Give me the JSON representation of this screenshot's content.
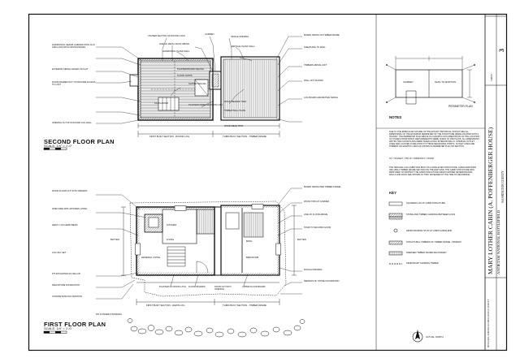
{
  "sheet": {
    "title_block": {
      "main_title": "MARY LOTHER CABIN (A. POFFENBERGER HOUSE)",
      "location": "ANTIETAM NATIONAL BATTLEFIELD",
      "county": "WASHINGTON COUNTY",
      "agency": "HISTORIC AMERICAN BUILDINGS SURVEY",
      "sheet_label": "SHEET",
      "sheet_no": "3"
    }
  },
  "second_floor": {
    "title": "SECOND FLOOR PLAN",
    "scale": "SCALE: 1/4\" = 1'-0\"",
    "section_a": "FIRST BUILT SECTION - ROUND LOG",
    "section_b": "THIRD BUILT SECTION - TIMBER FRAME",
    "notes_left": [
      "HORIZONTAL SEAMS CHINKED WITH CLAY AND LOGS WITH CROSS-PIECES",
      "EXTERIOR SIDING NAILED ON FLAT",
      "DOOR FRAMED OUT TO PROVIDE ACCESS TO LOFT",
      "OPENING CUT INTO ROUND LOG WALL"
    ],
    "notes_top": [
      "UNUSED SECTION OF ROUND LOGS",
      "LINE OF METAL ROOF ABOVE",
      "CHIMNEY",
      "HORIZONTAL PLANK WALL",
      "PLASTER BOARD CEILING",
      "FLOOR JOISTS",
      "SINGLE OPENING",
      "VERTICAL PLANK WALL",
      "ALL PLASTER",
      "PLASTER FINISH ON WOOD LATH"
    ],
    "notes_right": [
      "BOARD SIDING ON TIMBER FRAME",
      "SHEATHING TO WALL",
      "TIMBERS ABOVE LOFT",
      "WALL NOT SHOWN",
      "LOG BOARD AND BATTEN SIDING"
    ],
    "notes_mid": [
      "WOOD BEADED TRIM",
      "TIMBER WALL PLATE",
      "SLOPED CEILING",
      "WOOD BEAD TRIM"
    ]
  },
  "first_floor": {
    "title": "FIRST FLOOR PLAN",
    "scale": "SCALE: 1/4\" = 1'-0\"",
    "section_a": "FIRST BUILT SECTION - HEWN LOG",
    "section_b": "THIRD BUILT SECTION - TIMBER FRAME",
    "extra": "NO LONGER STANDING",
    "room_labels": {
      "kitchen": "KITCHEN",
      "living": "LIVING",
      "bath": "BATH",
      "room_left": "GENERAL LIVING",
      "room_right": "BED ROOM"
    },
    "dim_left": "BATTEN",
    "dim_right": "BATTEN",
    "notes_left": [
      "WOOD FLOOR CUT INTO OPENING",
      "OPEN FIRE WITH WOODEN LINTEL",
      "HEAVY LOG HEWN BEAM",
      "LOG SILL SET",
      "PIT EXCAVATED AS CELLAR",
      "FIELDSTONE FOUNDATION",
      "CONCRETE BLOCK ADDITION"
    ],
    "notes_bottom_mid": [
      "PLASTER ON WOOD LATH",
      "FLOOR BOARDS",
      "DOOR CUT INTO OPENING",
      "UPPER FLOOR BOARD"
    ],
    "notes_right": [
      "BOARD SIDING PER TIMBER FRAME",
      "WOOD TRIM AT CORNER",
      "LINE OF FLOOR ABOVE",
      "STAIR TO SECOND FLOOR",
      "ROUGH OPENING",
      "REMAINS OF STONE FOUNDATION"
    ]
  },
  "perimeter": {
    "title": "PERIMETER PLAN",
    "labels": [
      "CHIMNEY",
      "LEAN-TO ADDITION"
    ]
  },
  "notes": {
    "heading": "NOTES",
    "para1": "DUE TO THE IRREGULAR NATURE OF THE EXTANT HISTORICAL STRUCTURE ALL DIMENSIONS OF THE EXTERIOR PERIMETER OF THE STRUCTURE WERE LOCATED WITH A TRANSIT. THE PERIMETER PLAN ABOVE IS A GRAPHIC DOCUMENTATION OF THE LOCATION OF STAKES FROM WHICH MEASUREMENTS WERE TAKEN TO THE PLANS. ALL DIMENSIONS WITHIN THE FLOOR PLANS WERE TAKEN ALONG INTERIOR WALLS. INTERNAL OUTLET LINES ARE LOCATED IN RELATION TO THESE MEASURING POINTS. OUTLET LINES ARE TIMBERS OR GRAPHIC LINES AS SHOWN IN PERIMETER PLAN ON SECTION.",
    "abbr": "ST = STAKE   P = PIN   W = WINDOW   D = DOOR",
    "para2": "THE ORIGINAL LOG CABIN WAS BUILT AS A SINGLE PEN STRUCTURE. LATER ADDITIONS INCLUDE A TIMBER FRAME SECTION ON THE EAST END. THE CABIN STRUCTURE WAS RESTORED TO PROTECT THE CABIN STRUCTURE FROM FURTHER DETERIORATION. WALLS AND ROOF ARE SHOWN AS THEY APPEARED AT THE TIME OF RECORDING."
  },
  "key": {
    "heading": "KEY",
    "items": [
      "SQUARED LOG AT CABIN STRUCTURE",
      "STONE AND TIMBER CHINKING BETWEEN LOGS",
      "HEWN FRAMING STUD AT CABIN GABLE END",
      "STRUCTURAL TIMBERS OF TIMBER FRAME - PRIMARY",
      "DRESSED TIMBER FRAME SECONDARY",
      "TEMPORARY SHORING TIMBER"
    ]
  },
  "north": {
    "label": "ACTUAL NORTH"
  }
}
